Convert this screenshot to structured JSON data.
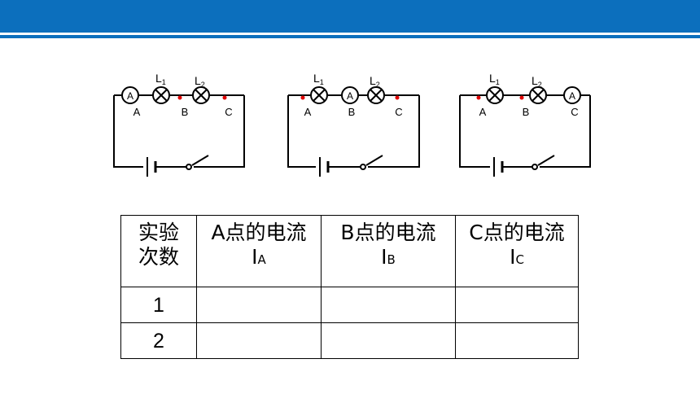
{
  "circuits": [
    {
      "id": "circuit-1",
      "lamp1": "L",
      "lamp1_sub": "1",
      "lamp2": "L",
      "lamp2_sub": "2",
      "ammeter": "A",
      "points": [
        "A",
        "B",
        "C"
      ]
    },
    {
      "id": "circuit-2",
      "lamp1": "L",
      "lamp1_sub": "1",
      "lamp2": "L",
      "lamp2_sub": "2",
      "ammeter": "A",
      "points": [
        "A",
        "B",
        "C"
      ]
    },
    {
      "id": "circuit-3",
      "lamp1": "L",
      "lamp1_sub": "1",
      "lamp2": "L",
      "lamp2_sub": "2",
      "ammeter": "A",
      "points": [
        "A",
        "B",
        "C"
      ]
    }
  ],
  "table": {
    "header_col0_line1": "实验",
    "header_col0_line2": "次数",
    "headers": [
      {
        "line1": "A点的电流",
        "symbol": "I",
        "sub": "A"
      },
      {
        "line1": "B点的电流",
        "symbol": "I",
        "sub": "B"
      },
      {
        "line1": "C点的电流",
        "symbol": "I",
        "sub": "C"
      }
    ],
    "rows": [
      {
        "trial": "1",
        "a": "",
        "b": "",
        "c": ""
      },
      {
        "trial": "2",
        "a": "",
        "b": "",
        "c": ""
      }
    ]
  },
  "colors": {
    "header_bar": "#0c6fbd",
    "point_dot": "#e00000",
    "wire": "#000000"
  }
}
